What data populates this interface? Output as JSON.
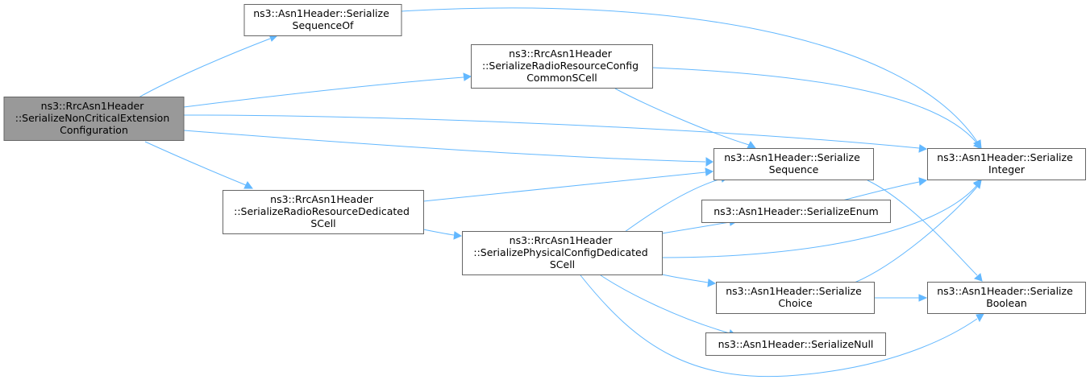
{
  "colors": {
    "root_fill": "#999999",
    "node_fill": "#ffffff",
    "node_border": "#666666",
    "edge": "#63b8ff"
  },
  "nodes": {
    "root": [
      "ns3::RrcAsn1Header",
      "::SerializeNonCriticalExtension",
      "Configuration"
    ],
    "seq_of": [
      "ns3::Asn1Header::Serialize",
      "SequenceOf"
    ],
    "rr_common": [
      "ns3::RrcAsn1Header",
      "::SerializeRadioResourceConfig",
      "CommonSCell"
    ],
    "seq": [
      "ns3::Asn1Header::Serialize",
      "Sequence"
    ],
    "integer": [
      "ns3::Asn1Header::Serialize",
      "Integer"
    ],
    "rr_dedicated": [
      "ns3::RrcAsn1Header",
      "::SerializeRadioResourceDedicated",
      "SCell"
    ],
    "enum": [
      "ns3::Asn1Header::SerializeEnum"
    ],
    "phys": [
      "ns3::RrcAsn1Header",
      "::SerializePhysicalConfigDedicated",
      "SCell"
    ],
    "choice": [
      "ns3::Asn1Header::Serialize",
      "Choice"
    ],
    "boolean": [
      "ns3::Asn1Header::Serialize",
      "Boolean"
    ],
    "null": [
      "ns3::Asn1Header::SerializeNull"
    ]
  }
}
